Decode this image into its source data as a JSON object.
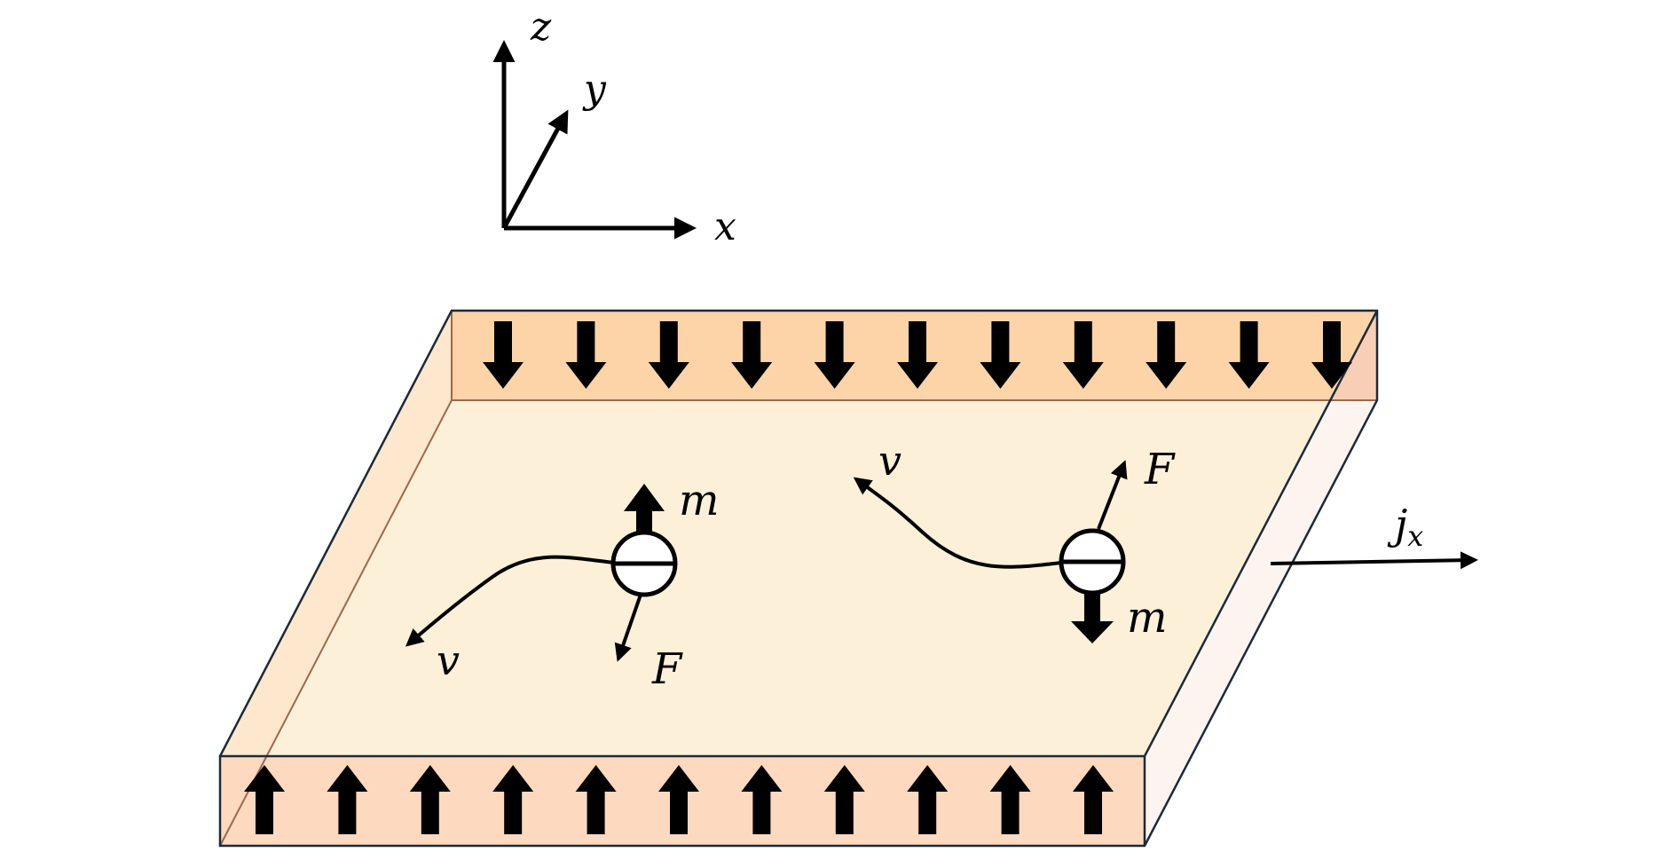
{
  "figure": {
    "axes": {
      "z_label": "z",
      "y_label": "y",
      "x_label": "x"
    },
    "slab": {
      "back_edge_moments": {
        "count": 11,
        "direction": "down"
      },
      "front_edge_moments": {
        "count": 11,
        "direction": "up"
      },
      "colors": {
        "top_surface": "#fdf0d8",
        "back_face": "#fdd4a8",
        "front_face": "#fdd9bf",
        "left_face": "#fde6cc",
        "right_face": "#fdf4ef",
        "outline": "#1a2a3a",
        "inner_edge": "#9a6a4a"
      }
    },
    "current": {
      "label": "j",
      "subscript": "x"
    },
    "skyrmions": [
      {
        "id": "left",
        "m_label": "m",
        "m_direction": "up",
        "v_label": "v",
        "F_label": "F"
      },
      {
        "id": "right",
        "m_label": "m",
        "m_direction": "down",
        "v_label": "v",
        "F_label": "F"
      }
    ]
  }
}
